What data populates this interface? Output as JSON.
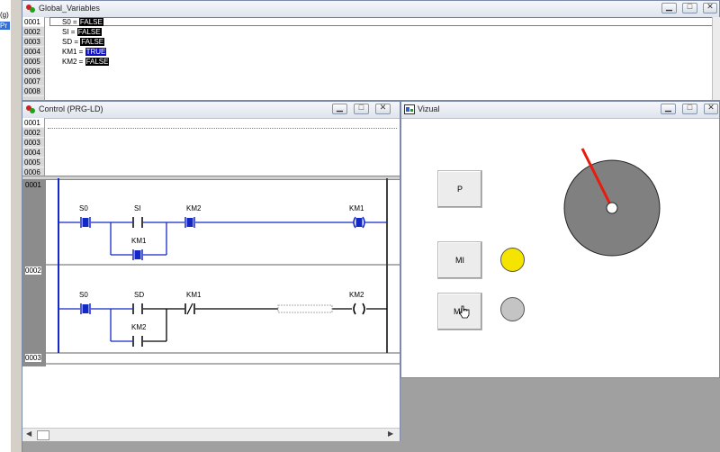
{
  "left_strip": {
    "label": "(g)",
    "selected": "Pr"
  },
  "global_vars": {
    "title": "Global_Variables",
    "line_numbers": [
      "0001",
      "0002",
      "0003",
      "0004",
      "0005",
      "0006",
      "0007",
      "0008"
    ],
    "vars": [
      {
        "name": "S0 = ",
        "value": "FALSE",
        "state": "false"
      },
      {
        "name": "SI = ",
        "value": "FALSE",
        "state": "false"
      },
      {
        "name": "SD = ",
        "value": "FALSE",
        "state": "false"
      },
      {
        "name": "KM1 = ",
        "value": "TRUE",
        "state": "true"
      },
      {
        "name": "KM2 = ",
        "value": "FALSE",
        "state": "false"
      }
    ]
  },
  "control": {
    "title": "Control (PRG-LD)",
    "decl_line_numbers": [
      "0001",
      "0002",
      "0003",
      "0004",
      "0005",
      "0006"
    ],
    "networks": [
      {
        "number": "0001",
        "labels": {
          "c1": "S0",
          "c2": "SI",
          "c3": "KM2",
          "coil": "KM1",
          "branch": "KM1"
        }
      },
      {
        "number": "0002",
        "labels": {
          "c1": "S0",
          "c2": "SD",
          "c3": "KM1",
          "coil": "KM2",
          "branch": "KM2"
        }
      },
      {
        "number": "0003"
      }
    ]
  },
  "visu": {
    "title": "Vizual",
    "buttons": {
      "p": "P",
      "mi": "MI",
      "md": "MD"
    },
    "colors": {
      "lamp_on": "#f4e400",
      "lamp_off": "#c4c4c4",
      "dial": "#808080",
      "needle": "#e81c0c"
    }
  },
  "colors": {
    "active": "#1428c8",
    "inactive": "#000000",
    "network_bar": "#8c8c8c"
  }
}
